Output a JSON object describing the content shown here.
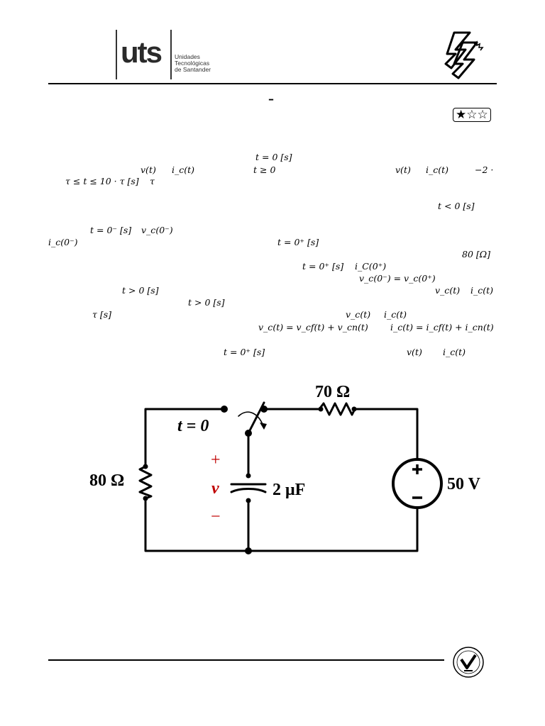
{
  "header": {
    "logo_word": "uts",
    "logo_lines": [
      "Unidades",
      "Tecnológicas",
      "de Santander"
    ],
    "dash": "–",
    "difficulty": "★☆☆"
  },
  "math": {
    "m1": "t = 0 [s]",
    "m2": "v(t)",
    "m3": "i_c(t)",
    "m4": "t ≥ 0",
    "m5": "v(t)",
    "m6": "i_c(t)",
    "m7": "−2 ·",
    "m8": "τ ≤ t ≤ 10 · τ [s]",
    "m9": "τ",
    "m10": "t < 0 [s]",
    "m11": "t = 0⁻ [s]",
    "m12": "v_c(0⁻)",
    "m13": "i_c(0⁻)",
    "m14": "t = 0⁺ [s]",
    "m15": "80 [Ω]",
    "m16": "t = 0⁺ [s]",
    "m17": "i_C(0⁺)",
    "m18": "v_c(0⁻) = v_c(0⁺)",
    "m19": "t > 0 [s]",
    "m20": "v_c(t)",
    "m21": "i_c(t)",
    "m22": "t > 0 [s]",
    "m23": "τ [s]",
    "m24": "v_c(t)",
    "m25": "i_c(t)",
    "m26": "v_c(t) = v_cf(t) + v_cn(t)",
    "m27": "i_c(t) = i_cf(t) + i_cn(t)",
    "m28": "t = 0⁺ [s]",
    "m29": "v(t)",
    "m30": "i_c(t)"
  },
  "circuit": {
    "r_top": "70 Ω",
    "switch": "t = 0",
    "r_left": "80 Ω",
    "plus": "+",
    "v": "v",
    "minus": "−",
    "cap": "2 μF",
    "source": "50 V",
    "colors": {
      "line": "#000000",
      "polarity": "#c00000"
    }
  }
}
